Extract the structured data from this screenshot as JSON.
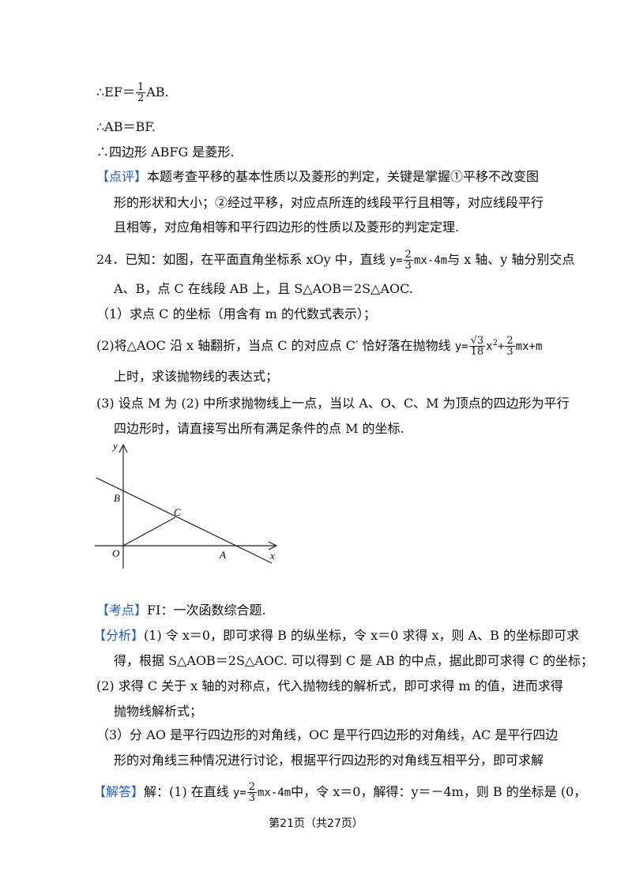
{
  "page": {
    "l1_prefix": "∴EF＝",
    "l1_frac_num": "1",
    "l1_frac_den": "2",
    "l1_suffix": "AB.",
    "l2": "∴AB＝BF.",
    "l3": "∴四边形 ABFG 是菱形.",
    "comment_tag": "【点评】",
    "comment_1": "本题考查平移的基本性质以及菱形的判定，关键是掌握①平移不改变图",
    "comment_2": "形的形状和大小；②经过平移，对应点所连的线段平行且相等，对应线段平行",
    "comment_3": "且相等，对应角相等和平行四边形的性质以及菱形的判定定理.",
    "q24_prefix": "24．已知：如图，在平面直角坐标系 xOy 中，直线 ",
    "q24_eq_y": "y=",
    "q24_frac_num": "2",
    "q24_frac_den": "3",
    "q24_eq_rest": "mx-4m",
    "q24_suffix": "与 x 轴、y 轴分别交点",
    "q24_l2": "A、B，点 C 在线段 AB 上，且 S△AOB＝2S△AOC.",
    "q24_p1": "（1）求点 C 的坐标（用含有 m 的代数式表示）；",
    "q24_p2_prefix": "(2)将△AOC 沿 x 轴翻折，当点 C 的对应点 C′ 恰好落在抛物线 ",
    "q24_p2_y": "y=",
    "q24_p2_frac1_num": "√3",
    "q24_p2_frac1_den": "18",
    "q24_p2_x2": "x",
    "q24_p2_sup": "2",
    "q24_p2_plus": "+",
    "q24_p2_frac2_num": "2",
    "q24_p2_frac2_den": "3",
    "q24_p2_tail": "mx+m",
    "q24_p2_l2": "上时，求该抛物线的表达式；",
    "q24_p3_1": "(3) 设点 M 为 (2) 中所求抛物线上一点，当以 A、O、C、M 为顶点的四边形为平行",
    "q24_p3_2": "四边形时，请直接写出所有满足条件的点 M 的坐标.",
    "kaodian_tag": "【考点】",
    "kaodian": "FI：一次函数综合题.",
    "fenxi_tag": "【分析】",
    "fenxi_1": "(1) 令 x＝0，即可求得 B 的纵坐标，令 x＝0 求得 x，则 A、B 的坐标即可求",
    "fenxi_2": "得，根据 S△AOB＝2S△AOC. 可以得到 C 是 AB 的中点，据此即可求得 C 的坐标；",
    "fenxi_3": "(2) 求得 C 关于 x 轴的对称点，代入抛物线的解析式，即可求得 m 的值，进而求得",
    "fenxi_4": "抛物线解析式；",
    "fenxi_5": "（3）分 AO 是平行四边形的对角线，OC 是平行四边形的对角线，AC 是平行四边",
    "fenxi_6": "形的对角线三种情况进行讨论，根据平行四边形的对角线互相平分，即可求解",
    "jieda_tag": "【解答】",
    "jieda_prefix": "解：(1) 在直线 ",
    "jieda_y": "y=",
    "jieda_frac_num": "2",
    "jieda_frac_den": "3",
    "jieda_rest": "mx-4m",
    "jieda_suffix": "中，令 x＝0，解得：y＝－4m，则 B 的坐标是 (0，",
    "footer": "第21页（共27页）"
  },
  "figure": {
    "y_label": "y",
    "x_label": "x",
    "o_label": "O",
    "a_label": "A",
    "b_label": "B",
    "c_label": "C"
  }
}
